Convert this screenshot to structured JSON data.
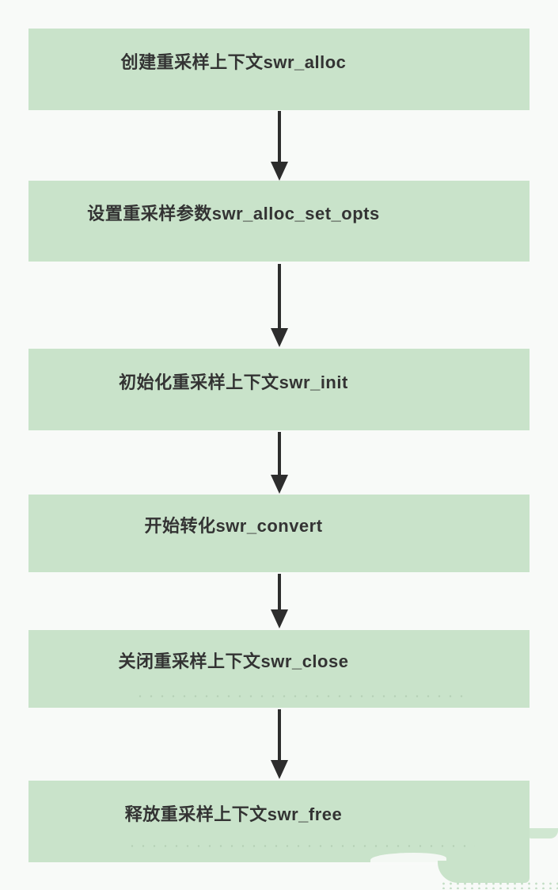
{
  "colors": {
    "background": "#f8faf8",
    "box_fill": "#c9e3ca",
    "text": "#333333",
    "arrow": "#2d2d2d"
  },
  "steps": [
    {
      "label": "创建重采样上下文swr_alloc"
    },
    {
      "label": "设置重采样参数swr_alloc_set_opts"
    },
    {
      "label": "初始化重采样上下文swr_init"
    },
    {
      "label": "开始转化swr_convert"
    },
    {
      "label": "关闭重采样上下文swr_close"
    },
    {
      "label": "释放重采样上下文swr_free"
    }
  ]
}
